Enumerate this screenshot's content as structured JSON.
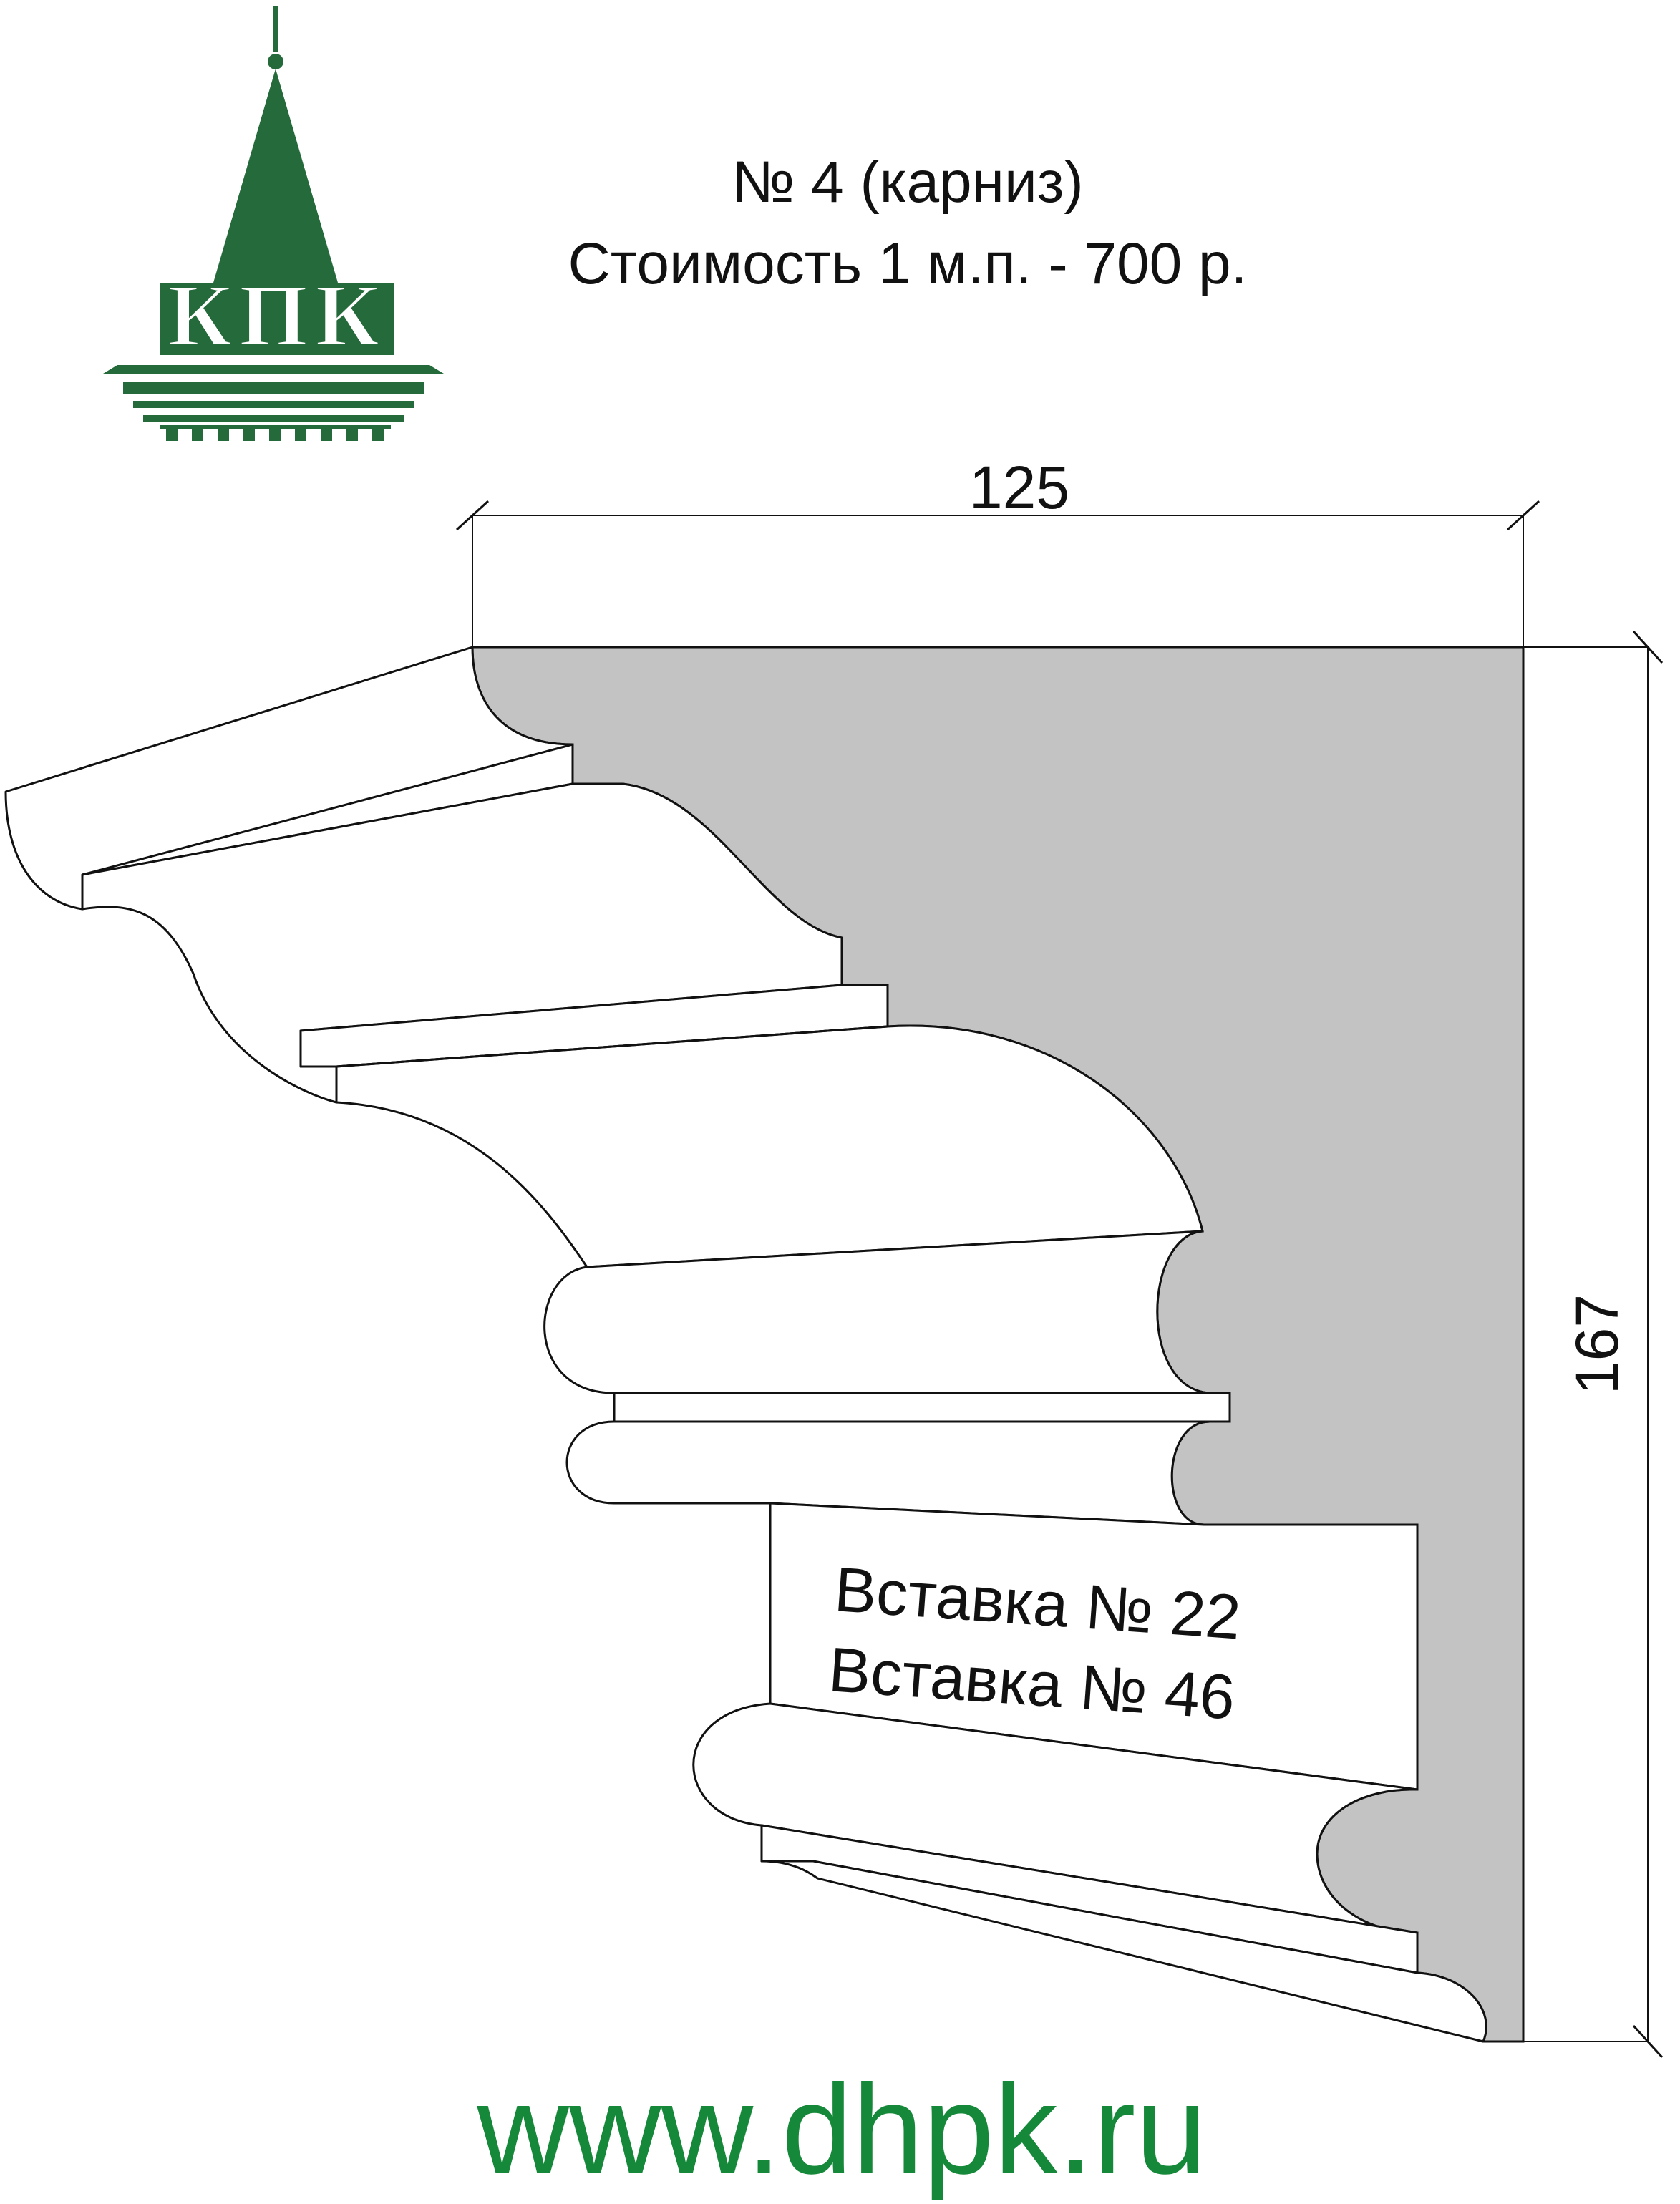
{
  "header": {
    "title_line1": "№ 4 (карниз)",
    "title_line2": "Стоимость 1 м.п. - 700 р."
  },
  "logo": {
    "text": "КПК",
    "icon": "spire-building-logo-icon",
    "color": "#256a3a"
  },
  "dimensions": {
    "width": "125",
    "height": "167"
  },
  "insert_labels": [
    "Вставка № 22",
    "Вставка № 46"
  ],
  "footer": {
    "url": "www.dhpk.ru",
    "color": "#16883a"
  },
  "colors": {
    "wall": "#c3c3c3",
    "outline": "#111111",
    "profile_fill": "#ffffff"
  }
}
